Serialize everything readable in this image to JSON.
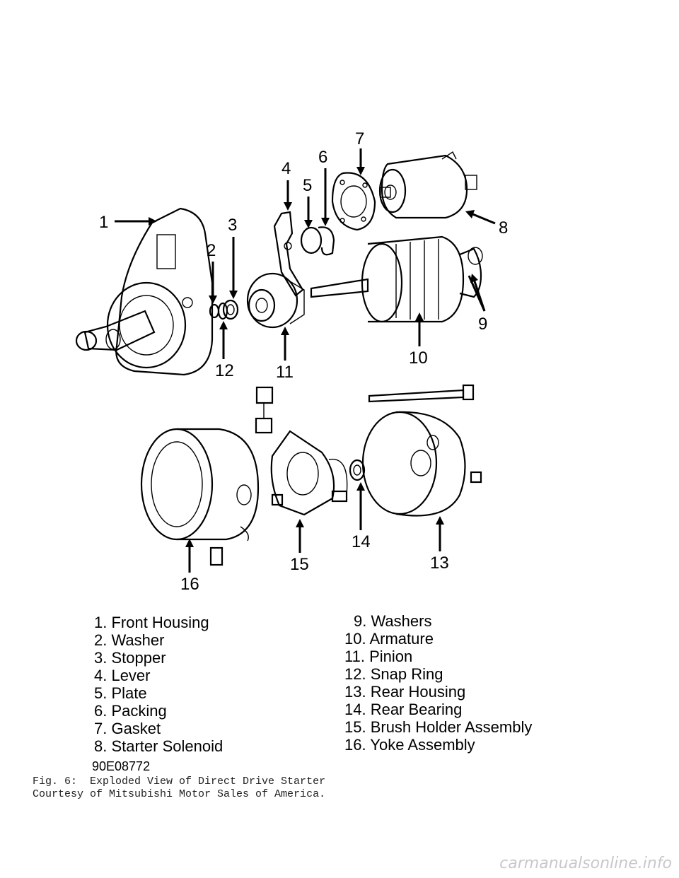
{
  "callouts": {
    "c1": "1",
    "c2": "2",
    "c3": "3",
    "c4": "4",
    "c5": "5",
    "c6": "6",
    "c7": "7",
    "c8": "8",
    "c9": "9",
    "c10": "10",
    "c11": "11",
    "c12": "12",
    "c13": "13",
    "c14": "14",
    "c15": "15",
    "c16": "16"
  },
  "legend": {
    "left": [
      "1. Front Housing",
      "2. Washer",
      "3. Stopper",
      "4. Lever",
      "5. Plate",
      "6. Packing",
      "7. Gasket",
      "8. Starter Solenoid"
    ],
    "right": [
      "9. Washers",
      "10. Armature",
      "11. Pinion",
      "12. Snap Ring",
      "13. Rear Housing",
      "14. Rear Bearing",
      "15. Brush Holder Assembly",
      "16. Yoke Assembly"
    ]
  },
  "figure_code": "90E08772",
  "caption": {
    "line1": "Fig. 6:  Exploded View of Direct Drive Starter",
    "line2": "Courtesy of Mitsubishi Motor Sales of America."
  },
  "watermark": "carmanualsonline.info"
}
